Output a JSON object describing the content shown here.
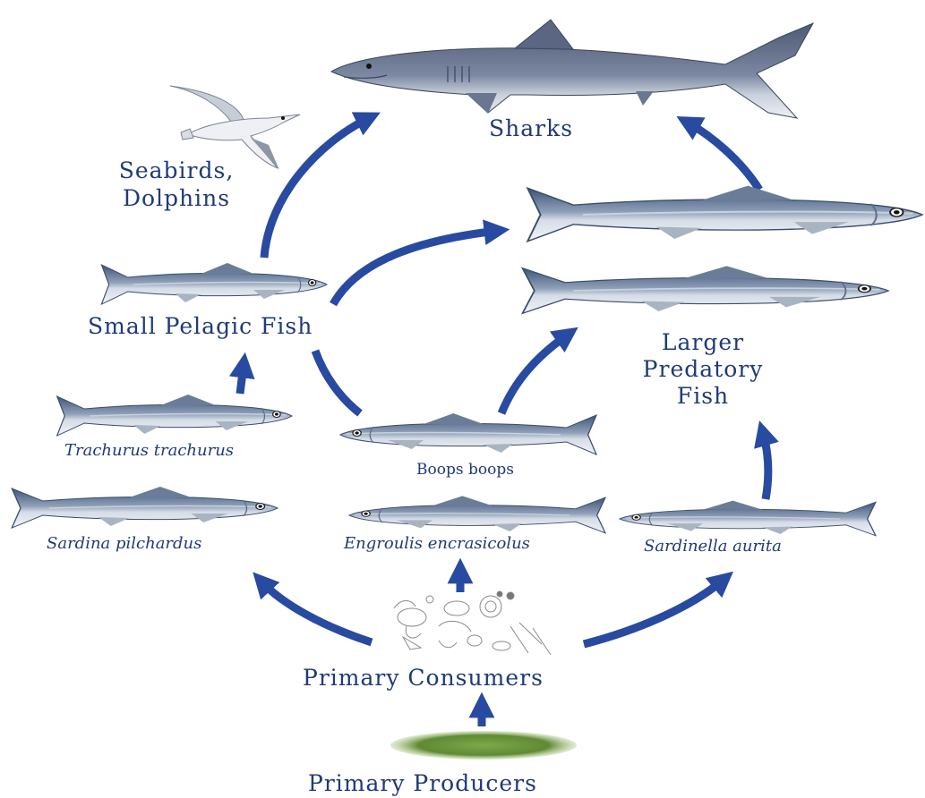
{
  "colors": {
    "arrow": "#284aa0",
    "label": "#1f3a78",
    "fish_body": "#a9b4c2",
    "fish_back": "#4a5d7a",
    "shark": "#6b7690",
    "producers": "#6f9a3e"
  },
  "labels": {
    "sharks": "Sharks",
    "seabirds_line1": "Seabirds,",
    "seabirds_line2": "Dolphins",
    "small_pelagic": "Small Pelagic Fish",
    "larger_predatory_line1": "Larger",
    "larger_predatory_line2": "Predatory",
    "larger_predatory_line3": "Fish",
    "primary_consumers": "Primary Consumers",
    "primary_producers": "Primary Producers"
  },
  "species": {
    "trachurus": "Trachurus trachurus",
    "boops": "Boops boops",
    "sardina": "Sardina pilchardus",
    "engraulis": "Engroulis encrasicolus",
    "sardinella": "Sardinella aurita"
  },
  "icons": [
    "shark",
    "seabird",
    "fish",
    "plankton",
    "algae-patch",
    "arrow"
  ]
}
